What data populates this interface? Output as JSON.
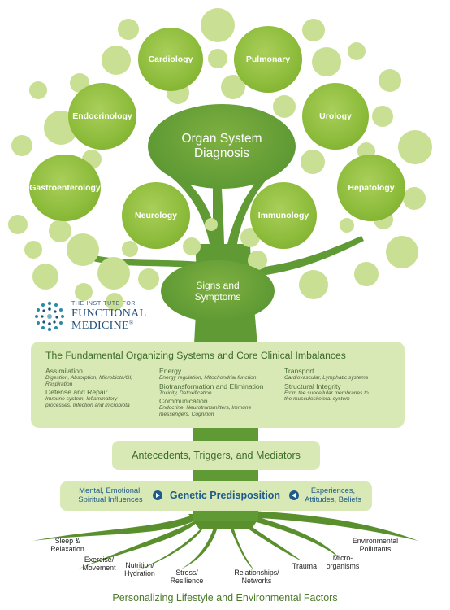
{
  "organs": {
    "cardiology": "Cardiology",
    "pulmonary": "Pulmonary",
    "endocrinology": "Endocrinology",
    "urology": "Urology",
    "gastroenterology": "Gastroenterology",
    "hepatology": "Hepatology",
    "neurology": "Neurology",
    "immunology": "Immunology"
  },
  "organ_system": {
    "line1": "Organ System",
    "line2": "Diagnosis"
  },
  "signs": {
    "line1": "Signs and",
    "line2": "Symptoms"
  },
  "logo": {
    "line1": "THE INSTITUTE FOR",
    "line2": "FUNCTIONAL",
    "line3": "MEDICINE",
    "mark": "®"
  },
  "fundamental": {
    "title": "The Fundamental Organizing Systems and Core Clinical Imbalances",
    "col1": {
      "h1": "Assimilation",
      "d1a": "Digestion, Absorption, Microbiota/GI,",
      "d1b": "Respiration",
      "h2": "Defense and Repair",
      "d2a": "Immune system, Inflammatory",
      "d2b": "processes, Infection and microbiota"
    },
    "col2": {
      "h1": "Energy",
      "d1": "Energy regulation, Mitochondrial function",
      "h2": "Biotransformation and Elimination",
      "d2": "Toxicity, Detoxification",
      "h3": "Communication",
      "d3a": "Endocrine, Neurotransmitters, Immune",
      "d3b": "messengers, Cognition"
    },
    "col3": {
      "h1": "Transport",
      "d1": "Cardiovascular, Lymphatic systems",
      "h2": "Structural Integrity",
      "d2a": "From the subcellular membranes to",
      "d2b": "the musculoskeletal system"
    }
  },
  "antecedents": "Antecedents, Triggers, and Mediators",
  "genetic": {
    "left1": "Mental, Emotional,",
    "left2": "Spiritual Influences",
    "center": "Genetic Predisposition",
    "right1": "Experiences,",
    "right2": "Attitudes, Beliefs"
  },
  "roots": {
    "sleep1": "Sleep &",
    "sleep2": "Relaxation",
    "exercise1": "Exercise/",
    "exercise2": "Movement",
    "nutrition1": "Nutrition/",
    "nutrition2": "Hydration",
    "stress1": "Stress/",
    "stress2": "Resilience",
    "relationships1": "Relationships/",
    "relationships2": "Networks",
    "trauma": "Trauma",
    "micro1": "Micro-",
    "micro2": "organisms",
    "env1": "Environmental",
    "env2": "Pollutants"
  },
  "footer": "Personalizing Lifestyle and Environmental Factors",
  "colors": {
    "leaf": "#8cbb3a",
    "trunk": "#5f9a34",
    "box": "#d7e8b2",
    "accent_blue": "#1e5a8a"
  }
}
